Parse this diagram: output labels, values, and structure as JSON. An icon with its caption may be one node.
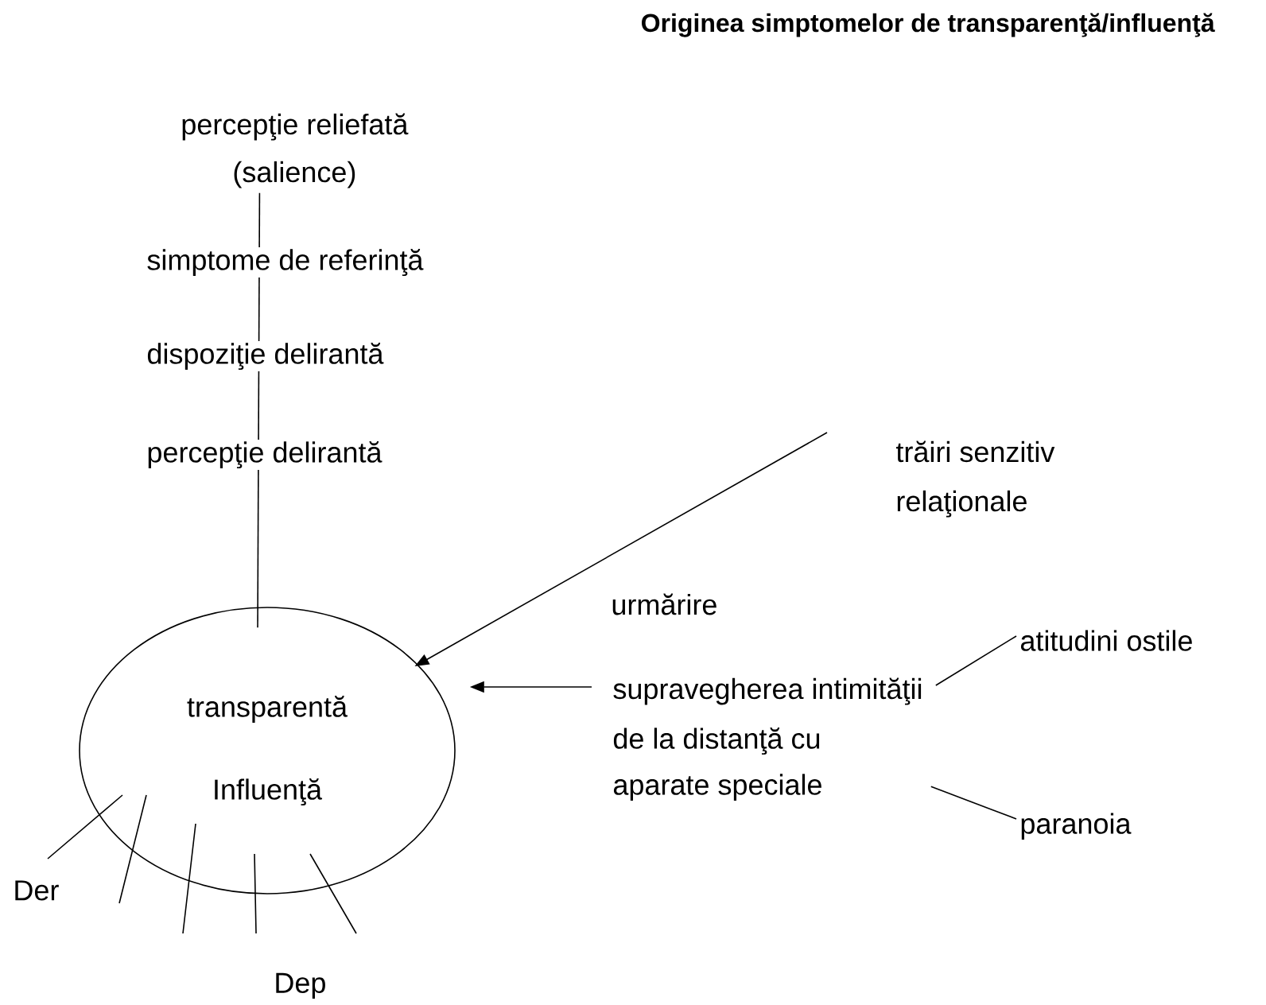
{
  "diagram": {
    "title": "Originea simptomelor de transparenţă/influenţă",
    "nodes": [
      {
        "text": [
          "transparentă",
          "Influenţă"
        ]
      },
      {
        "text": [
          "percepţie reliefată (salience)"
        ]
      },
      {
        "text": [
          "trăiri senzitiv relaţionale"
        ]
      },
      {
        "text": [
          "supravegherea  intimităţii",
          "de la distanţă cu aparate speciale"
        ]
      },
      {
        "text": [
          "atitudini ostile"
        ]
      },
      {
        "text": [
          "paranoia"
        ]
      }
    ],
    "edges": [
      {
        "from": 1,
        "to": 0,
        "arrow": "none"
      },
      {
        "from": 2,
        "to": 0,
        "arrow": "to"
      },
      {
        "from": 3,
        "to": 0,
        "arrow": "to"
      },
      {
        "from": 4,
        "to": 3,
        "arrow": "none"
      },
      {
        "from": 5,
        "to": 3,
        "arrow": "none"
      }
    ],
    "labels": [
      "simptome de referinţă",
      "dispoziţie delirantă",
      "percepţie delirantă",
      "urmărire",
      "Der",
      "Dep"
    ]
  }
}
